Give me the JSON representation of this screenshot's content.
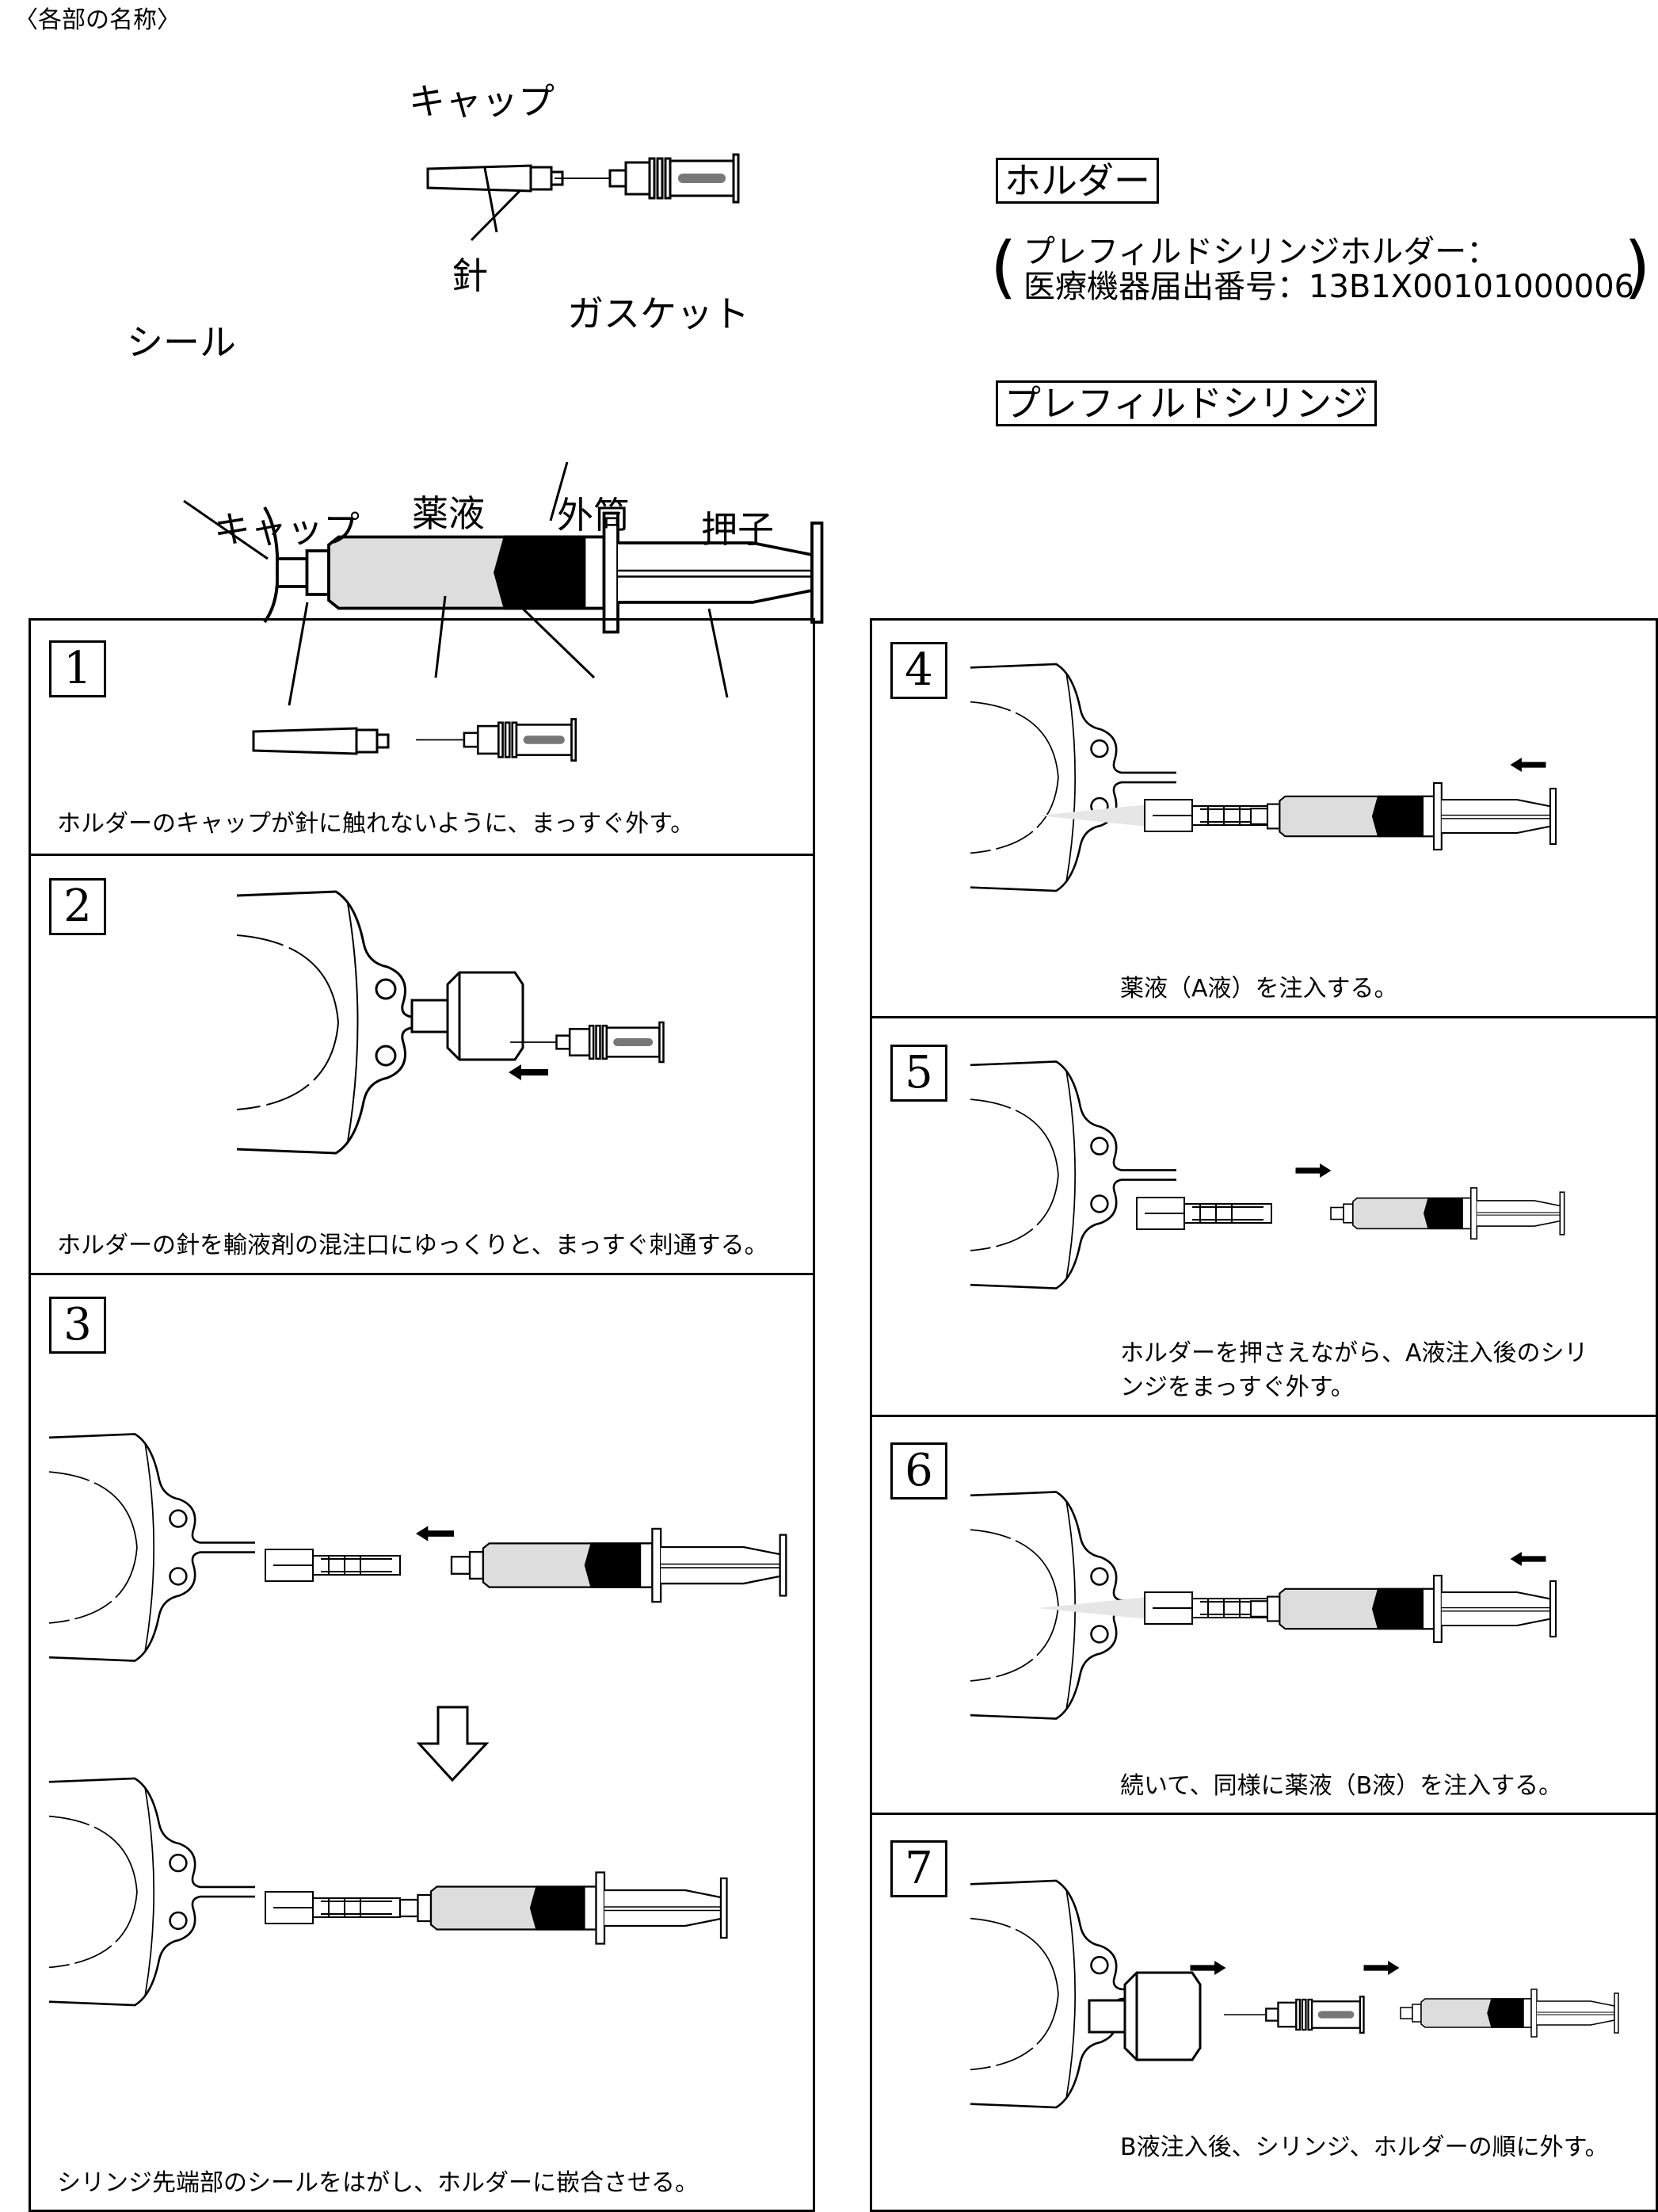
{
  "section_title": "〈各部の名称〉",
  "parts": {
    "cap_top": "キャップ",
    "needle": "針",
    "gasket": "ガスケット",
    "seal": "シール",
    "cap_bottom": "キャップ",
    "drug_solution": "薬液",
    "barrel": "外筒",
    "plunger": "押子"
  },
  "legend": {
    "holder_label": "ホルダー",
    "holder_desc_line1": "プレフィルドシリンジホルダー：",
    "holder_desc_line2": "医療機器届出番号：13B1X00101000006",
    "syringe_label": "プレフィルドシリンジ"
  },
  "steps": [
    {
      "number": "1",
      "text": "ホルダーのキャップが針に触れないように、まっすぐ外す。"
    },
    {
      "number": "2",
      "text": "ホルダーの針を輸液剤の混注口にゆっくりと、まっすぐ刺通する。"
    },
    {
      "number": "3",
      "text": "シリンジ先端部のシールをはがし、ホルダーに嵌合させる。"
    },
    {
      "number": "4",
      "text": "薬液（A液）を注入する。"
    },
    {
      "number": "5",
      "text": "ホルダーを押さえながら、A液注入後のシリンジをまっすぐ外す。"
    },
    {
      "number": "6",
      "text": "続いて、同様に薬液（B液）を注入する。"
    },
    {
      "number": "7",
      "text": "B液注入後、シリンジ、ホルダーの順に外す。"
    }
  ]
}
